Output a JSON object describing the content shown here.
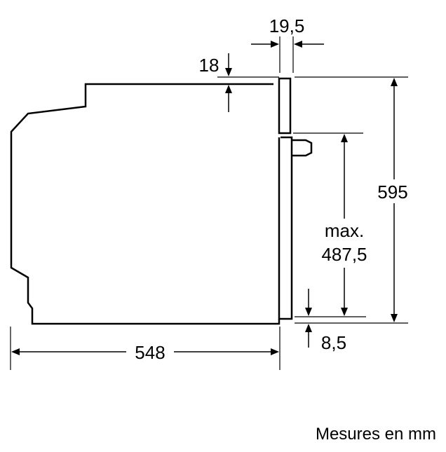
{
  "drawing": {
    "dim_top_gap": "19,5",
    "dim_top_offset": "18",
    "dim_height": "595",
    "dim_max_prefix": "max.",
    "dim_max_value": "487,5",
    "dim_bottom_offset": "8,5",
    "dim_depth": "548",
    "units_note": "Mesures en mm"
  },
  "colors": {
    "line": "#000000",
    "background": "#ffffff"
  }
}
